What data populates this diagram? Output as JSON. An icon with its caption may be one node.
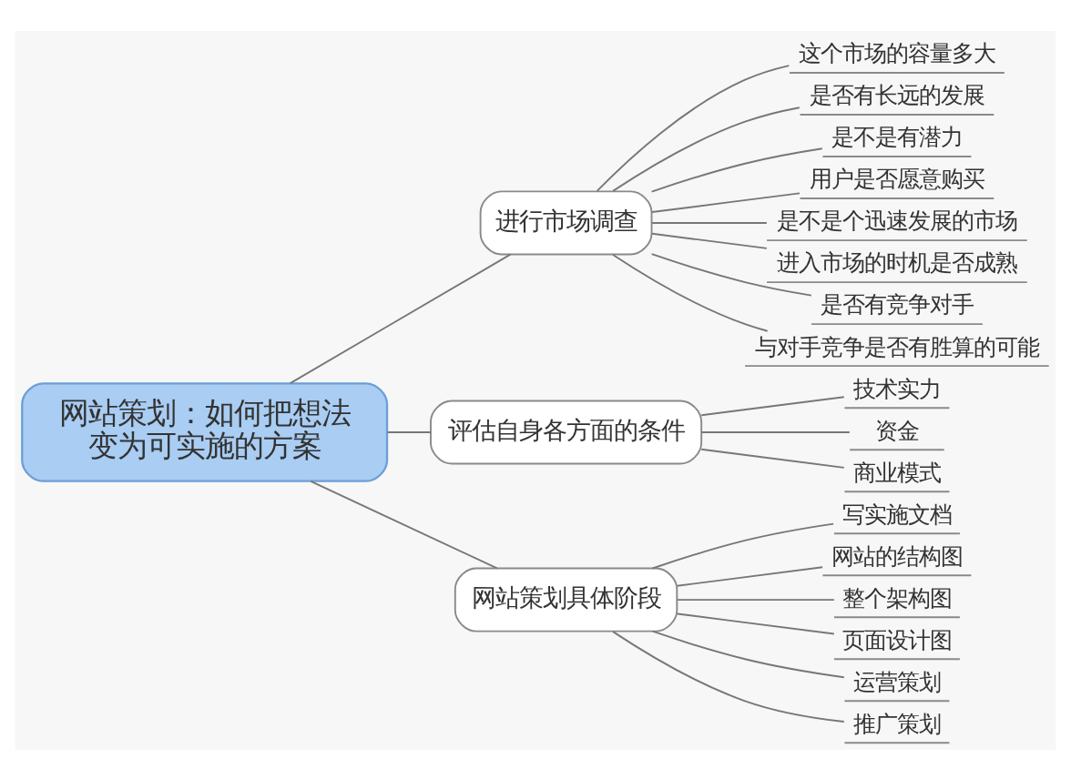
{
  "diagram": {
    "nodes": [
      {
        "text": [
          "网站策划：如何把想法变为可实施的方案"
        ]
      },
      {
        "text": [
          "进行市场调查"
        ]
      },
      {
        "text": [
          "这个市场的容量多大"
        ]
      },
      {
        "text": [
          "是否有长远的发展"
        ]
      },
      {
        "text": [
          "是不是有潜力"
        ]
      },
      {
        "text": [
          "用户是否愿意购买"
        ]
      },
      {
        "text": [
          "是不是个迅速发展的市场"
        ]
      },
      {
        "text": [
          "进入市场的时机是否成熟"
        ]
      },
      {
        "text": [
          "是否有竞争对手"
        ]
      },
      {
        "text": [
          "与对手竞争是否有胜算的可能"
        ]
      },
      {
        "text": [
          "评估自身各方面的条件"
        ]
      },
      {
        "text": [
          "技术实力"
        ]
      },
      {
        "text": [
          "资金"
        ]
      },
      {
        "text": [
          "商业模式"
        ]
      },
      {
        "text": [
          "网站策划具体阶段"
        ]
      },
      {
        "text": [
          "写实施文档"
        ]
      },
      {
        "text": [
          "网站的结构图"
        ]
      },
      {
        "text": [
          "整个架构图"
        ]
      },
      {
        "text": [
          "页面设计图"
        ]
      },
      {
        "text": [
          "运营策划"
        ]
      },
      {
        "text": [
          "推广策划"
        ]
      }
    ],
    "edges": [
      {
        "from": 0,
        "to": 1,
        "arrow": "none"
      },
      {
        "from": 1,
        "to": 2,
        "arrow": "none"
      },
      {
        "from": 1,
        "to": 3,
        "arrow": "none"
      },
      {
        "from": 1,
        "to": 4,
        "arrow": "none"
      },
      {
        "from": 1,
        "to": 5,
        "arrow": "none"
      },
      {
        "from": 1,
        "to": 6,
        "arrow": "none"
      },
      {
        "from": 1,
        "to": 7,
        "arrow": "none"
      },
      {
        "from": 1,
        "to": 8,
        "arrow": "none"
      },
      {
        "from": 1,
        "to": 9,
        "arrow": "none"
      },
      {
        "from": 0,
        "to": 10,
        "arrow": "none"
      },
      {
        "from": 10,
        "to": 11,
        "arrow": "none"
      },
      {
        "from": 10,
        "to": 12,
        "arrow": "none"
      },
      {
        "from": 10,
        "to": 13,
        "arrow": "none"
      },
      {
        "from": 0,
        "to": 14,
        "arrow": "none"
      },
      {
        "from": 14,
        "to": 15,
        "arrow": "none"
      },
      {
        "from": 14,
        "to": 16,
        "arrow": "none"
      },
      {
        "from": 14,
        "to": 17,
        "arrow": "none"
      },
      {
        "from": 14,
        "to": 18,
        "arrow": "none"
      },
      {
        "from": 14,
        "to": 19,
        "arrow": "none"
      },
      {
        "from": 14,
        "to": 20,
        "arrow": "none"
      }
    ]
  }
}
